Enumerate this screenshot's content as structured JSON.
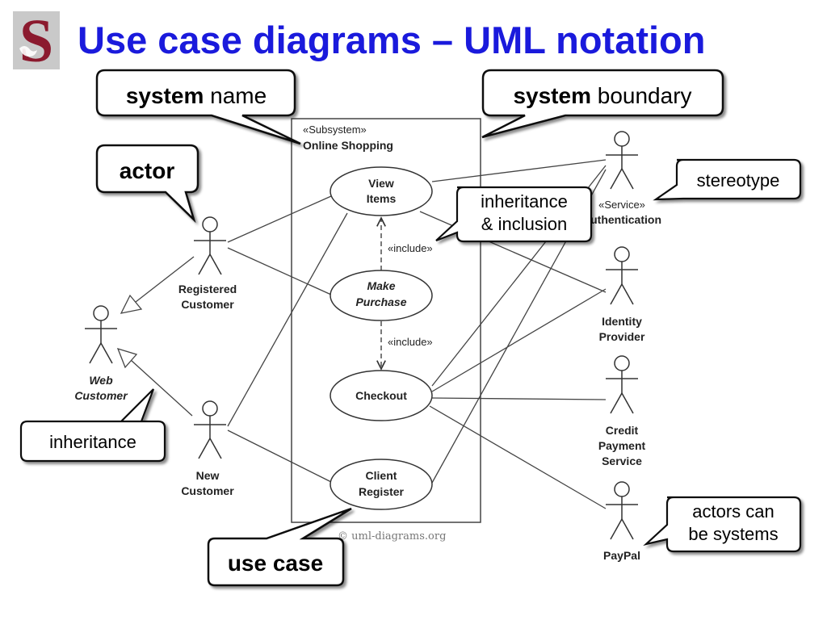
{
  "title": "Use case diagrams – UML notation",
  "logo": {
    "letter": "S"
  },
  "diagram": {
    "subsystem_stereotype": "«Subsystem»",
    "subsystem_name": "Online Shopping",
    "watermark": "© uml-diagrams.org",
    "use_cases": {
      "view_items": [
        "View",
        "Items"
      ],
      "make_purchase": [
        "Make",
        "Purchase"
      ],
      "checkout": [
        "Checkout"
      ],
      "client_register": [
        "Client",
        "Register"
      ]
    },
    "include_label": "«include»",
    "actors": {
      "registered_customer": [
        "Registered",
        "Customer"
      ],
      "web_customer": [
        "Web",
        "Customer"
      ],
      "new_customer": [
        "New",
        "Customer"
      ],
      "authentication": [
        "«Service»",
        "Authentication"
      ],
      "identity_provider": [
        "Identity",
        "Provider"
      ],
      "credit_payment": [
        "Credit",
        "Payment",
        "Service"
      ],
      "paypal": [
        "PayPal"
      ]
    }
  },
  "callouts": {
    "system_name": {
      "bold": "system",
      "rest": " name"
    },
    "system_boundary": {
      "bold": "system",
      "rest": " boundary"
    },
    "actor": "actor",
    "stereotype": "stereotype",
    "inheritance_inclusion": [
      "inheritance",
      "& inclusion"
    ],
    "inheritance": "inheritance",
    "actors_systems": [
      "actors can",
      "be systems"
    ],
    "use_case": "use case"
  }
}
